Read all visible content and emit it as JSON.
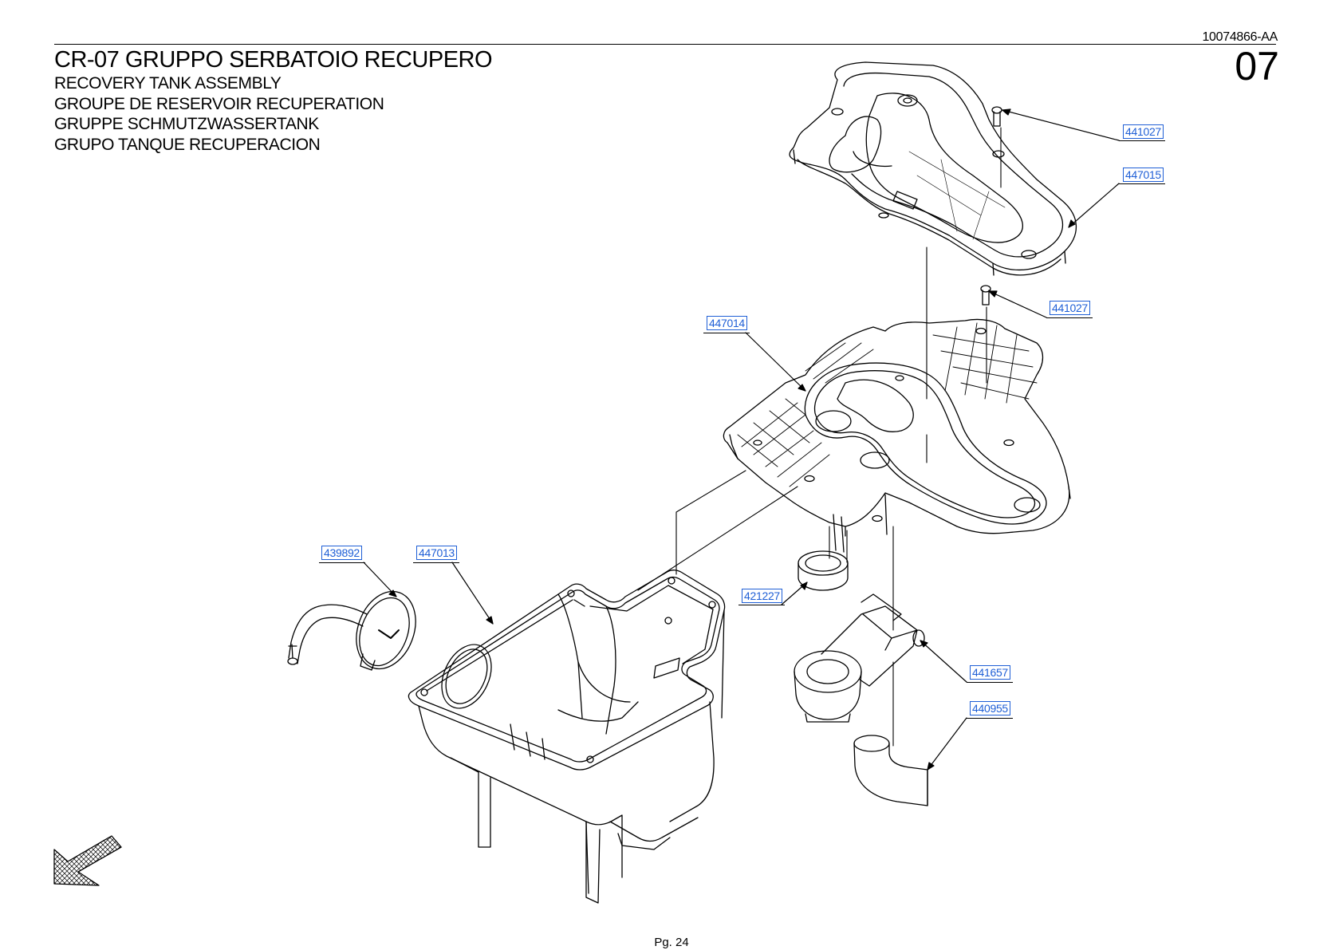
{
  "header": {
    "doc_code": "10074866-AA",
    "section_number": "07"
  },
  "title": {
    "main": "CR-07 GRUPPO SERBATOIO RECUPERO",
    "en": "RECOVERY TANK ASSEMBLY",
    "fr": "GROUPE DE RESERVOIR RECUPERATION",
    "de": "GRUPPE SCHMUTZWASSERTANK",
    "es": "GRUPO TANQUE RECUPERACION"
  },
  "parts": [
    {
      "id": "p1",
      "code": "441027"
    },
    {
      "id": "p2",
      "code": "447015"
    },
    {
      "id": "p3",
      "code": "441027"
    },
    {
      "id": "p4",
      "code": "447014"
    },
    {
      "id": "p5",
      "code": "439892"
    },
    {
      "id": "p6",
      "code": "447013"
    },
    {
      "id": "p7",
      "code": "421227"
    },
    {
      "id": "p8",
      "code": "441657"
    },
    {
      "id": "p9",
      "code": "440955"
    }
  ],
  "footer": {
    "page": "Pg. 24"
  },
  "colors": {
    "ref_blue": "#1f5fd6",
    "line": "#000000"
  },
  "icons": {
    "nav_arrow": "hatched-arrow-icon"
  }
}
